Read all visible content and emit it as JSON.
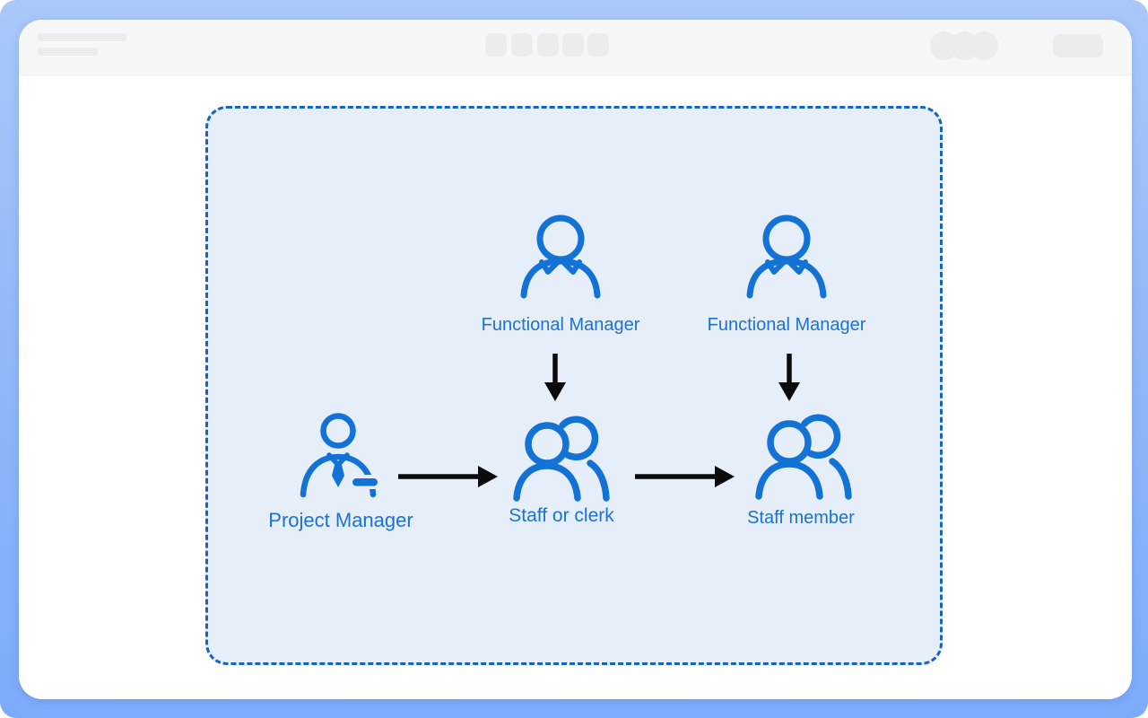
{
  "window": {
    "kind": "browser-mock",
    "toolbar": {
      "placeholder_bars": 2,
      "placeholder_buttons": 5,
      "placeholder_dots": 3,
      "placeholder_pill": 1
    }
  },
  "diagram": {
    "title": "matrix-organization-diagram",
    "nodes": [
      {
        "id": "fm1",
        "label": "Functional Manager",
        "icon": "person-icon"
      },
      {
        "id": "fm2",
        "label": "Functional Manager",
        "icon": "person-icon"
      },
      {
        "id": "pm",
        "label": "Project Manager",
        "icon": "person-tie-icon"
      },
      {
        "id": "staff_clerk",
        "label": "Staff or clerk",
        "icon": "people-icon"
      },
      {
        "id": "staff_member",
        "label": "Staff member",
        "icon": "people-icon"
      }
    ],
    "edges": [
      {
        "from": "fm1",
        "to": "staff_clerk",
        "direction": "down"
      },
      {
        "from": "fm2",
        "to": "staff_member",
        "direction": "down"
      },
      {
        "from": "pm",
        "to": "staff_clerk",
        "direction": "right"
      },
      {
        "from": "staff_clerk",
        "to": "staff_member",
        "direction": "right"
      }
    ],
    "colors": {
      "icon_blue": "#1272d6",
      "label_blue": "#1a72d4",
      "panel_fill": "#e6eefa",
      "panel_border": "#1565c0",
      "arrow_black": "#0b0b0b",
      "backdrop_top": "#aac8f9",
      "backdrop_bottom": "#7dabfa",
      "toolbar_gray": "#f7f7f8",
      "placeholder_gray": "#ececee"
    }
  }
}
